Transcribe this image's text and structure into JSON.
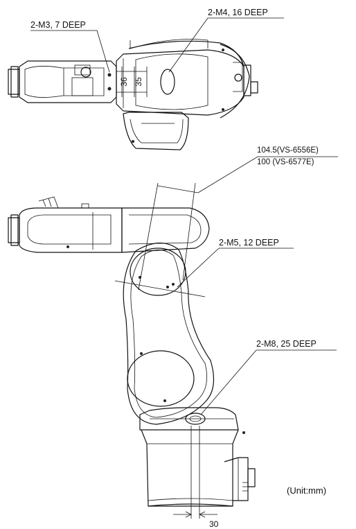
{
  "drawing": {
    "callouts": {
      "m3": "2-M3, 7 DEEP",
      "m4": "2-M4, 16 DEEP",
      "m5": "2-M5, 12 DEEP",
      "m8": "2-M8, 25 DEEP"
    },
    "dimensions": {
      "d36": "36",
      "d35": "35",
      "d30": "30",
      "arm_offset_1": "104.5(VS-6556E)",
      "arm_offset_2": "100   (VS-6577E)"
    },
    "unit_note": "(Unit:mm)"
  }
}
